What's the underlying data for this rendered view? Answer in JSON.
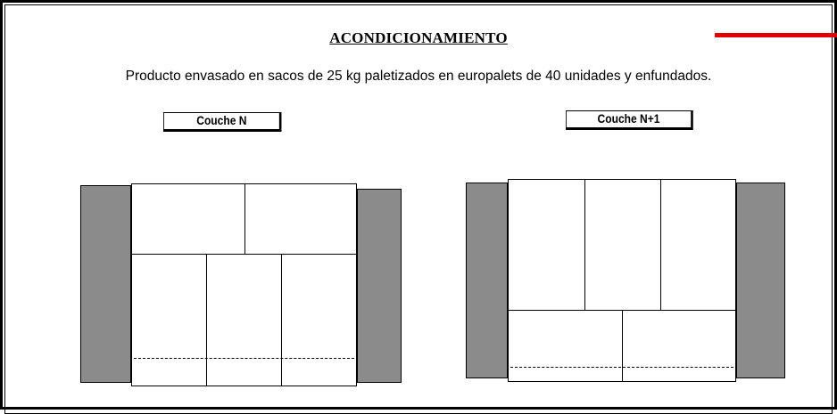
{
  "title": "ACONDICIONAMIENTO",
  "description": "Producto envasado en  sacos de 25 kg paletizados en europalets de 40 unidades y enfundados.",
  "layers": [
    {
      "label": "Couche N"
    },
    {
      "label": "Couche N+1"
    }
  ],
  "colors": {
    "accent_bar": "#e00000",
    "hatch": "#888888"
  }
}
